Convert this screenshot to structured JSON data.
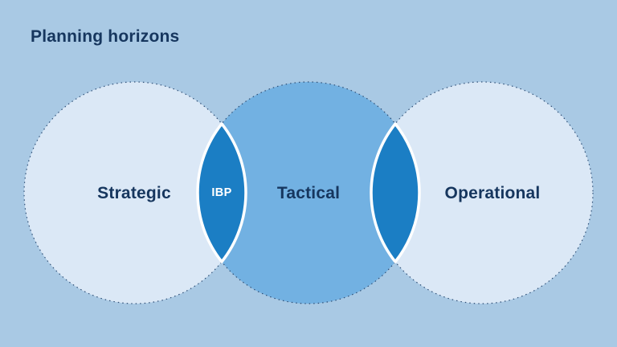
{
  "slide": {
    "title": "Planning horizons"
  },
  "diagram": {
    "type": "venn",
    "circles": [
      {
        "label": "Strategic"
      },
      {
        "label": "Tactical"
      },
      {
        "label": "Operational"
      }
    ],
    "overlaps": [
      {
        "between": [
          "Strategic",
          "Tactical"
        ],
        "label": "IBP"
      },
      {
        "between": [
          "Tactical",
          "Operational"
        ],
        "label": ""
      }
    ],
    "colors": {
      "background": "#a9c9e4",
      "outer_circle_fill": "#dbe8f6",
      "center_circle_fill": "#72b1e2",
      "overlap_fill": "#1b7ec4",
      "overlap_stroke": "#ffffff",
      "overlap_text": "#ffffff",
      "text_navy": "#16365e",
      "dotted_outline": "#2f4f76"
    }
  }
}
